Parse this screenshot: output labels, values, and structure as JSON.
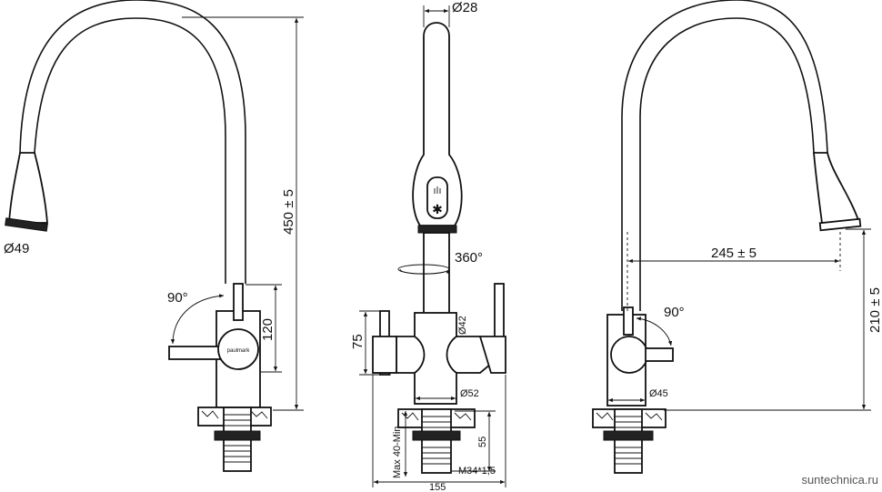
{
  "brand": "paulmark",
  "watermark": "suntechnica.ru",
  "left_view": {
    "height": "450 ± 5",
    "spray_diameter": "Ø49",
    "lever_angle": "90°",
    "body_height": "120"
  },
  "front_view": {
    "spout_diameter": "Ø28",
    "rotation": "360°",
    "body_diameter": "Ø42",
    "body_height": "75",
    "base_diameter": "Ø52",
    "thread": "M34*1,5",
    "shank_length": "55",
    "max_mount": "Max 40-Min",
    "width": "155"
  },
  "right_view": {
    "reach": "245 ± 5",
    "spout_height": "210 ± 5",
    "lever_angle": "90°",
    "base_diameter": "Ø45"
  }
}
